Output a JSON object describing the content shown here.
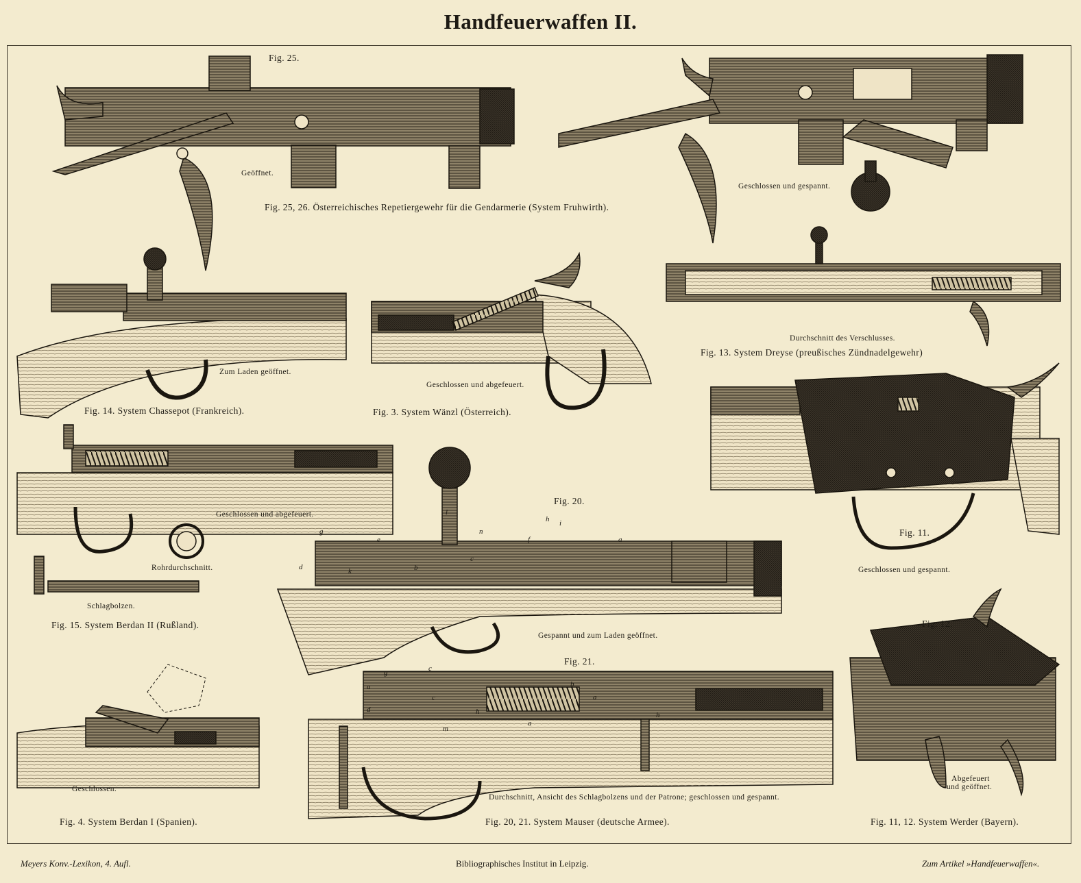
{
  "title": "Handfeuerwaffen II.",
  "figures": {
    "fig25": {
      "label": "Fig. 25.",
      "state": "Geöffnet.",
      "state_right": "Geschlossen und gespannt.",
      "caption": "Fig. 25, 26. Österreichisches Repetiergewehr für die Gendarmerie (System Fruhwirth)."
    },
    "fig14": {
      "state": "Zum Laden geöffnet.",
      "caption": "Fig. 14. System Chassepot (Frankreich)."
    },
    "fig3": {
      "state": "Geschlossen und abgefeuert.",
      "caption": "Fig. 3. System Wänzl (Österreich)."
    },
    "fig13": {
      "state": "Durchschnitt des Verschlusses.",
      "caption": "Fig. 13. System Dreyse (preußisches Zündnadelgewehr)"
    },
    "fig15": {
      "state": "Geschlossen und abgefeuert.",
      "section": "Rohrdurchschnitt.",
      "bolt": "Schlagbolzen.",
      "caption": "Fig. 15. System Berdan II (Rußland)."
    },
    "fig20": {
      "label": "Fig. 20.",
      "state": "Gespannt und zum Laden geöffnet."
    },
    "fig11": {
      "label": "Fig. 11.",
      "state": "Geschlossen und gespannt."
    },
    "fig12": {
      "label": "Fig. 12.",
      "state_line1": "Abgefeuert",
      "state_line2": "und geöffnet."
    },
    "fig21": {
      "label": "Fig. 21.",
      "state": "Durchschnitt, Ansicht des Schlagbolzens und der Patrone; geschlossen und gespannt."
    },
    "fig4": {
      "state": "Geschlossen.",
      "caption": "Fig. 4. System Berdan I (Spanien)."
    },
    "fig20_21_caption": "Fig. 20, 21. System Mauser (deutsche Armee).",
    "fig11_12_caption": "Fig. 11, 12. System Werder (Bayern)."
  },
  "part_letters": {
    "fig20": [
      "g",
      "e",
      "l",
      "n",
      "h",
      "i",
      "f",
      "a",
      "d",
      "k",
      "b",
      "c"
    ],
    "fig21": [
      "g",
      "c",
      "a",
      "b",
      "c",
      "d",
      "a",
      "h",
      "a",
      "m",
      "h"
    ]
  },
  "footer": {
    "left": "Meyers Konv.-Lexikon, 4. Aufl.",
    "center": "Bibliographisches Institut in Leipzig.",
    "right": "Zum Artikel »Handfeuerwaffen«."
  }
}
